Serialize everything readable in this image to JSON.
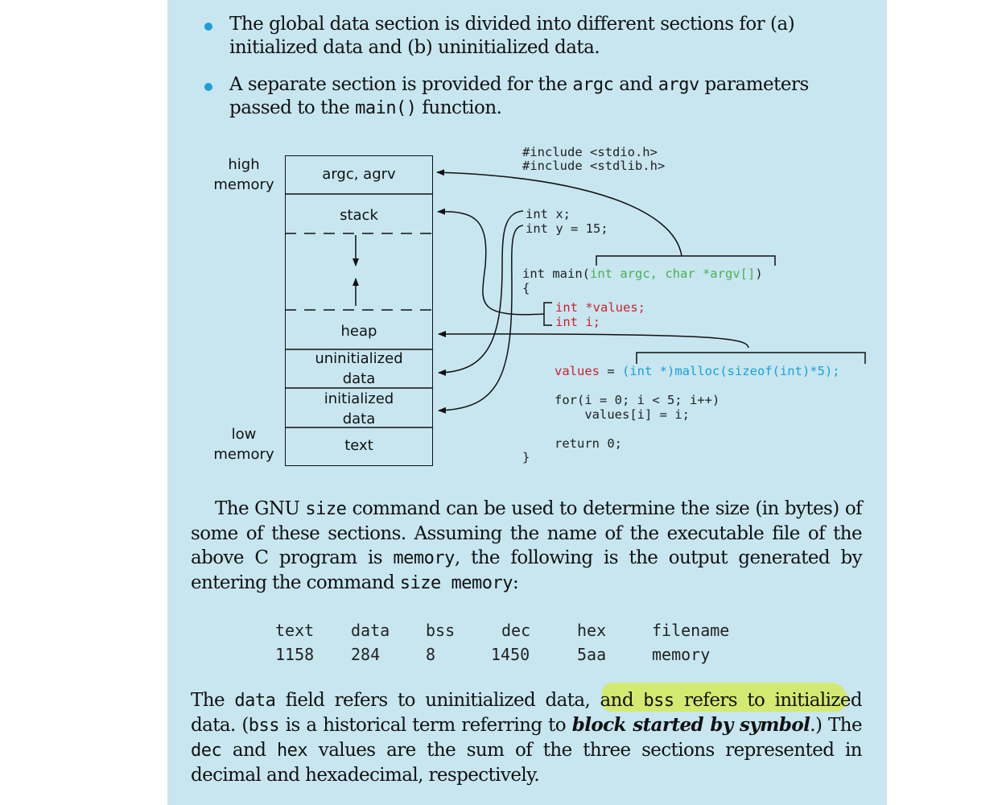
{
  "bullets": [
    {
      "parts": [
        "The global data section is divided into different sections for (a) initialized data and (b) uninitialized data."
      ]
    },
    {
      "part1": "A separate section is provided for the ",
      "code1": "argc",
      "part2": " and ",
      "code2": "argv",
      "part3": " parameters passed to the ",
      "code3": "main()",
      "part4": " function."
    }
  ],
  "diagram": {
    "high_label_1": "high",
    "high_label_2": "memory",
    "low_label_1": "low",
    "low_label_2": "memory",
    "segments": {
      "argc": "argc, agrv",
      "stack": "stack",
      "heap": "heap",
      "uninit_1": "uninitialized",
      "uninit_2": "data",
      "init_1": "initialized",
      "init_2": "data",
      "text": "text"
    },
    "code": {
      "inc1": "#include <stdio.h>",
      "inc2": "#include <stdlib.h>",
      "int_x": "int x;",
      "int_y": "int y = 15;",
      "main_start": "int main(",
      "main_args": "int argc, char *argv[]",
      "main_end": ")",
      "open_brace": "{",
      "values_decl": "int *values;",
      "i_decl": "int i;",
      "values_lhs": "values",
      "values_eq": " = ",
      "malloc_call": "(int *)malloc(sizeof(int)*5);",
      "for_line": "for(i = 0; i < 5; i++)",
      "assign_line": "    values[i] = i;",
      "return_line": "return 0;",
      "close_brace": "}"
    }
  },
  "paragraph1": {
    "t1": "The GNU ",
    "c1": "size",
    "t2": " command can be used to determine the size (in bytes) of some of these sections. Assuming the name of the executable file of the above C program is ",
    "c2": "memory",
    "t3": ", the following is the output generated by entering the command ",
    "c3": "size memory",
    "t4": ":"
  },
  "size_table": {
    "headers": [
      "text",
      "data",
      "bss",
      "dec",
      "hex",
      "filename"
    ],
    "row": [
      "1158",
      "284",
      "8",
      "1450",
      "5aa",
      "memory"
    ]
  },
  "paragraph2": {
    "t1": "The ",
    "c1": "data",
    "t2": " field refers to uninitialized data, and ",
    "c2": "bss",
    "t3": " refers to initialized data. (",
    "c3": "bss",
    "t4": " is a historical term referring to ",
    "em": "block started by symbol",
    "t5": ".) The ",
    "c4": "dec",
    "t6": " and ",
    "c5": "hex",
    "t7": " values are the sum of the three sections represented in decimal and hexadecimal, respectively."
  },
  "colors": {
    "page_bg": "#c7e6f0",
    "bullet": "#1aa0d8",
    "code_green": "#4caf50",
    "code_red": "#d1202c",
    "code_blue": "#1aa0d8",
    "highlight": "#d6e95a"
  }
}
